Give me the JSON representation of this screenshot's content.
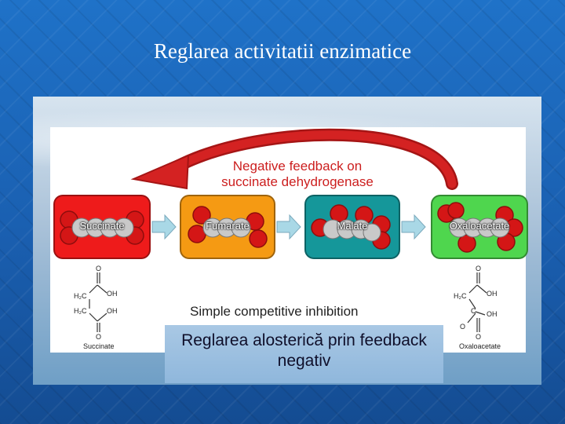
{
  "slide": {
    "title": "Reglarea activitatii enzimatice"
  },
  "diagram": {
    "feedback_label_line1": "Negative feedback on",
    "feedback_label_line2": "succinate dehydrogenase",
    "molecules": [
      "Succinate",
      "Fumarate",
      "Malate",
      "Oxaloacetate"
    ],
    "structure_left_name": "Succinate",
    "structure_right_name": "Oxaloacetate",
    "inhibition_text": "Simple competitive inhibition",
    "caption_line1": "Reglarea alosterică prin feedback",
    "caption_line2": "negativ"
  },
  "colors": {
    "succinate": "#ee1b1b",
    "fumarate": "#f59a13",
    "malate": "#15979a",
    "oxaloacetate": "#4fd64e",
    "feedback_arrow": "#d42222",
    "step_arrow": "#a9d8e6"
  }
}
